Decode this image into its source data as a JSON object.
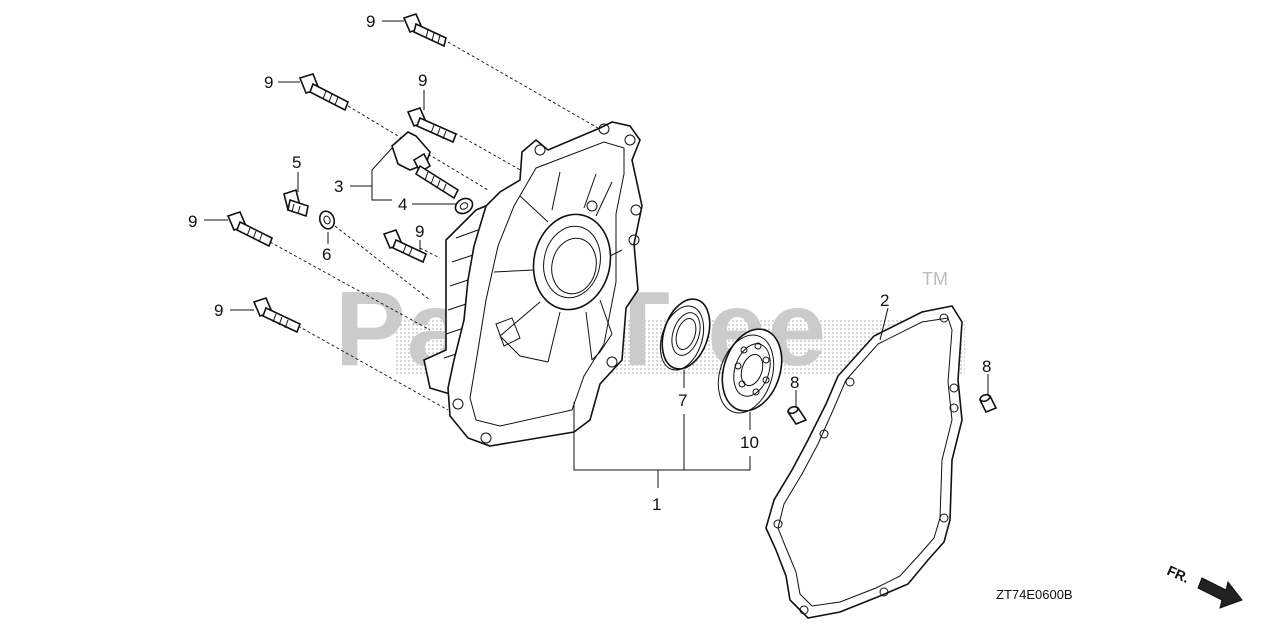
{
  "watermark": {
    "text": "PartsTree",
    "trademark": "TM"
  },
  "diagram_code": "ZT74E0600B",
  "front_indicator": {
    "label": "FR."
  },
  "callouts": [
    {
      "id": "c9a",
      "label": "9"
    },
    {
      "id": "c9b",
      "label": "9"
    },
    {
      "id": "c9c",
      "label": "9"
    },
    {
      "id": "c9d",
      "label": "9"
    },
    {
      "id": "c9e",
      "label": "9"
    },
    {
      "id": "c9f",
      "label": "9"
    },
    {
      "id": "c5",
      "label": "5"
    },
    {
      "id": "c3",
      "label": "3"
    },
    {
      "id": "c4",
      "label": "4"
    },
    {
      "id": "c6",
      "label": "6"
    },
    {
      "id": "c2",
      "label": "2"
    },
    {
      "id": "c8a",
      "label": "8"
    },
    {
      "id": "c8b",
      "label": "8"
    },
    {
      "id": "c7",
      "label": "7"
    },
    {
      "id": "c10",
      "label": "10"
    },
    {
      "id": "c1",
      "label": "1"
    }
  ],
  "colors": {
    "line": "#111111",
    "watermark": "#c9c9c9",
    "background": "#ffffff"
  },
  "icons": {
    "front_arrow": "arrow-right-down-icon"
  }
}
